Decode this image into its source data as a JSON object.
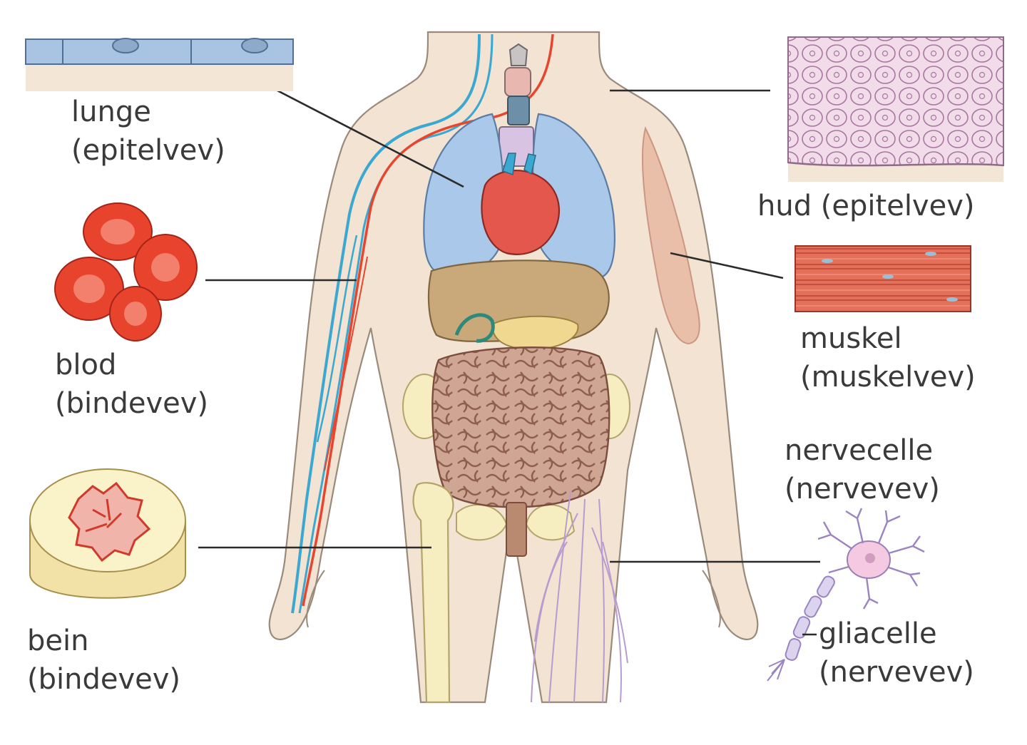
{
  "labels": {
    "lunge": {
      "name": "lunge",
      "tissue": "(epitelvev)"
    },
    "blod": {
      "name": "blod",
      "tissue": "(bindevev)"
    },
    "bein": {
      "name": "bein",
      "tissue": "(bindevev)"
    },
    "hud": {
      "text": "hud (epitelvev)"
    },
    "muskel": {
      "name": "muskel",
      "tissue": "(muskelvev)"
    },
    "nervecelle": {
      "name": "nervecelle",
      "tissue": "(nervevev)"
    },
    "gliacelle": {
      "name": "gliacelle",
      "tissue": "(nervevev)"
    }
  },
  "colors": {
    "body": "#f3e3d3",
    "body_outline": "#9a8a7c",
    "lung": "#a9c8ea",
    "heart": "#e4574c",
    "artery": "#e8452e",
    "vein": "#3aa8d0",
    "intestine": "#c39a86",
    "liver": "#c9a97a",
    "bone": "#f6eec0",
    "rbc": "#e8432d",
    "skin_cell": "#e9cce3",
    "muscle": "#e06a52",
    "nerve": "#b89ccf",
    "epithel": "#a8c4e2",
    "leader_line": "#2b2b2b",
    "text": "#3a3a3a"
  }
}
